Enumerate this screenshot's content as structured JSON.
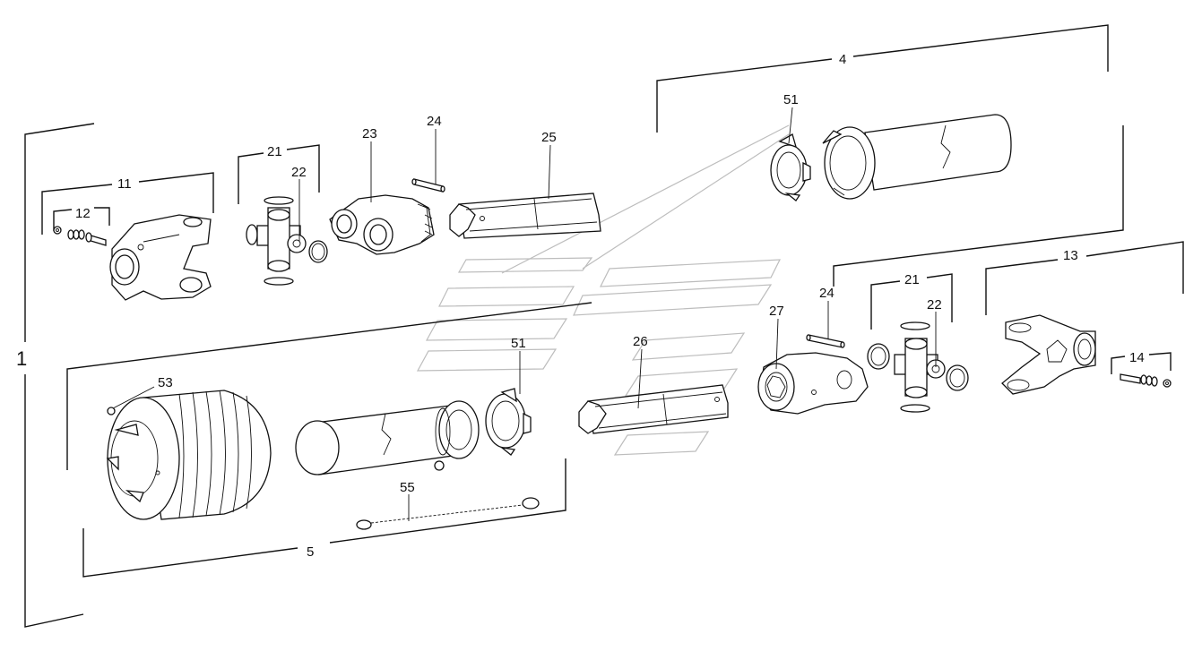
{
  "labels": {
    "l1": "1",
    "l4": "4",
    "l5": "5",
    "l11": "11",
    "l12": "12",
    "l13": "13",
    "l14": "14",
    "l21a": "21",
    "l21b": "21",
    "l22a": "22",
    "l22b": "22",
    "l23": "23",
    "l24a": "24",
    "l24b": "24",
    "l25": "25",
    "l26": "26",
    "l27": "27",
    "l51a": "51",
    "l51b": "51",
    "l53": "53",
    "l55": "55"
  },
  "colors": {
    "ink": "#111111",
    "watermark": "#bdbdbd",
    "background": "#ffffff"
  }
}
